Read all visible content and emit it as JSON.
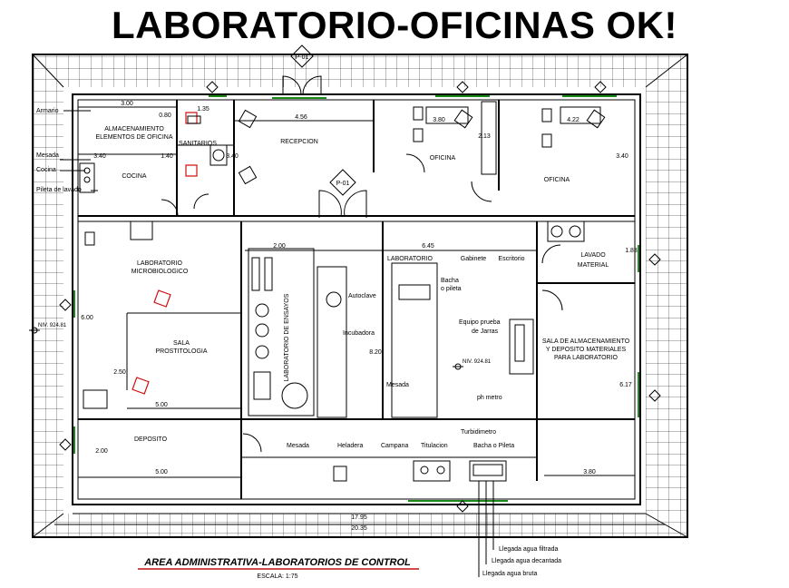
{
  "title": "LABORATORIO-OFICINAS OK!",
  "footer": {
    "title": "AREA ADMINISTRATIVA-LABORATORIOS DE CONTROL",
    "scale": "ESCALA: 1:75"
  },
  "doors": {
    "p01_top": "P-01",
    "p01_mid": "P-01"
  },
  "levels": {
    "left": "NIV. 924.81",
    "center": "NIV. 924.81"
  },
  "rooms": {
    "almacenamiento": "ALMACENAMIENTO",
    "almacenamiento2": "ELEMENTOS DE OFICINA",
    "sanitarios": "SANITARIOS",
    "cocina": "COCINA",
    "recepcion": "RECEPCION",
    "oficina1": "OFICINA",
    "oficina2": "OFICINA",
    "lab_micro1": "LABORATORIO",
    "lab_micro2": "MICROBIOLOGICO",
    "sala_pros1": "SALA",
    "sala_pros2": "PROSTITOLOGIA",
    "deposito": "DEPOSITO",
    "lab_ensayos": "LABORATORIO DE ENSAYOS",
    "laboratorio": "LABORATORIO",
    "lavado1": "LAVADO",
    "lavado2": "MATERIAL",
    "sala_alm1": "SALA DE ALMACENAMIENTO",
    "sala_alm2": "Y DEPOSITO MATERIALES",
    "sala_alm3": "PARA LABORATORIO"
  },
  "labels_left": {
    "armario": "Armario",
    "mesada": "Mesada",
    "cocina": "Cocina",
    "pileta": "Pileta de lavado"
  },
  "equipment": {
    "gabinete": "Gabinete",
    "escritorio": "Escritorio",
    "bacha_pileta1": "Bacha",
    "bacha_pileta2": "o pileta",
    "autoclave": "Autoclave",
    "incubadora": "Incubadora",
    "mesada_lab": "Mesada",
    "equipo1": "Equipo prueba",
    "equipo2": "de Jarras",
    "ph": "ph metro",
    "turbidimetro": "Turbidimetro",
    "mesada_b": "Mesada",
    "heladera": "Heladera",
    "campana": "Campana",
    "titulacion": "Titulacion",
    "bacha_b": "Bacha o Pileta"
  },
  "water": {
    "filtrada": "Llegada agua filtrada",
    "decantada": "Llegada agua decantada",
    "bruta": "Llegada agua bruta"
  },
  "dims": {
    "d300a": "3.00",
    "d080": "0.80",
    "d135": "1.35",
    "d456": "4.56",
    "d380": "3.80",
    "d422": "4.22",
    "d340a": "3.40",
    "d140": "1.40",
    "d340b": "3.40",
    "d213": "2.13",
    "d340c": "3.40",
    "d200a": "2.00",
    "d645": "6.45",
    "d183": "1.83",
    "d600": "6.00",
    "d250": "2.50",
    "d500a": "5.00",
    "d820": "8.20",
    "d617": "6.17",
    "d200b": "2.00",
    "d500b": "5.00",
    "d380b": "3.80",
    "d1795": "17.95",
    "d2035": "20.35"
  }
}
